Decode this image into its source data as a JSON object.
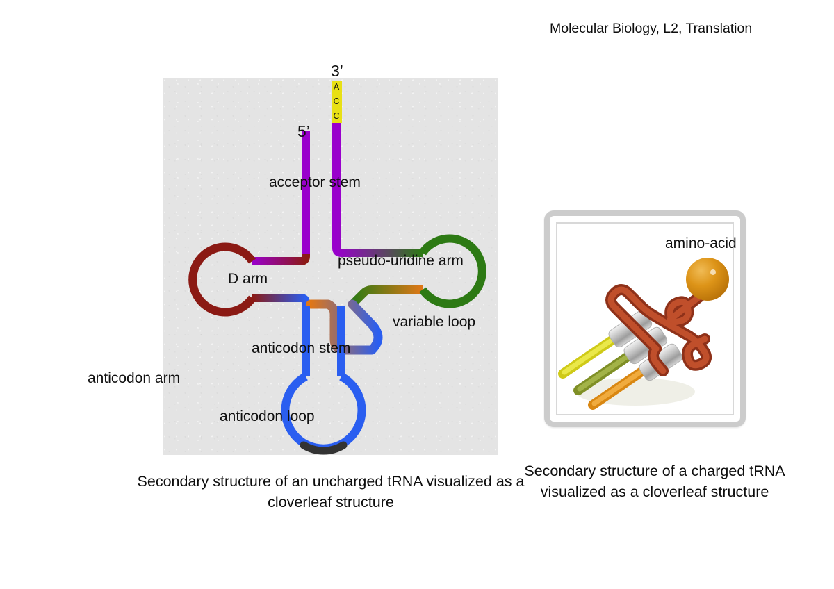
{
  "header": {
    "title": "Molecular Biology, L2, Translation"
  },
  "left_figure": {
    "caption": "Secondary structure of an uncharged tRNA visualized as a cloverleaf structure",
    "labels": {
      "three_prime": "3’",
      "five_prime": "5’",
      "acceptor_stem": "acceptor stem",
      "d_arm": "D arm",
      "pseudo_uridine_arm": "pseudo-uridine arm",
      "variable_loop": "variable loop",
      "anticodon_stem": "anticodon stem",
      "anticodon_arm": "anticodon arm",
      "anticodon_loop": "anticodon loop"
    },
    "nucleotides": {
      "n1": "A",
      "n2": "C",
      "n3": "C"
    },
    "colors": {
      "panel_background": "#e4e4e4",
      "acceptor_stem": "#9900cc",
      "cca_tail": "#e8e015",
      "d_arm": "#8b1a14",
      "pseudo_uridine_arm": "#2d7a14",
      "variable_loop": "#e07716",
      "anticodon_stem": "#2a5ef0",
      "anticodon_triplet": "#333333"
    }
  },
  "right_figure": {
    "caption": "Secondary structure of a charged tRNA visualized as a cloverleaf structure",
    "labels": {
      "amino_acid": "amino-acid"
    },
    "colors": {
      "backbone": "#b54226",
      "amino_acid_sphere": "#d98c14",
      "anticodon_pin_1": "#e6e020",
      "anticodon_pin_2": "#8a9a28",
      "anticodon_pin_3": "#e89a1c",
      "sleeve": "#c9c9c9",
      "frame": "#cccccc"
    }
  }
}
